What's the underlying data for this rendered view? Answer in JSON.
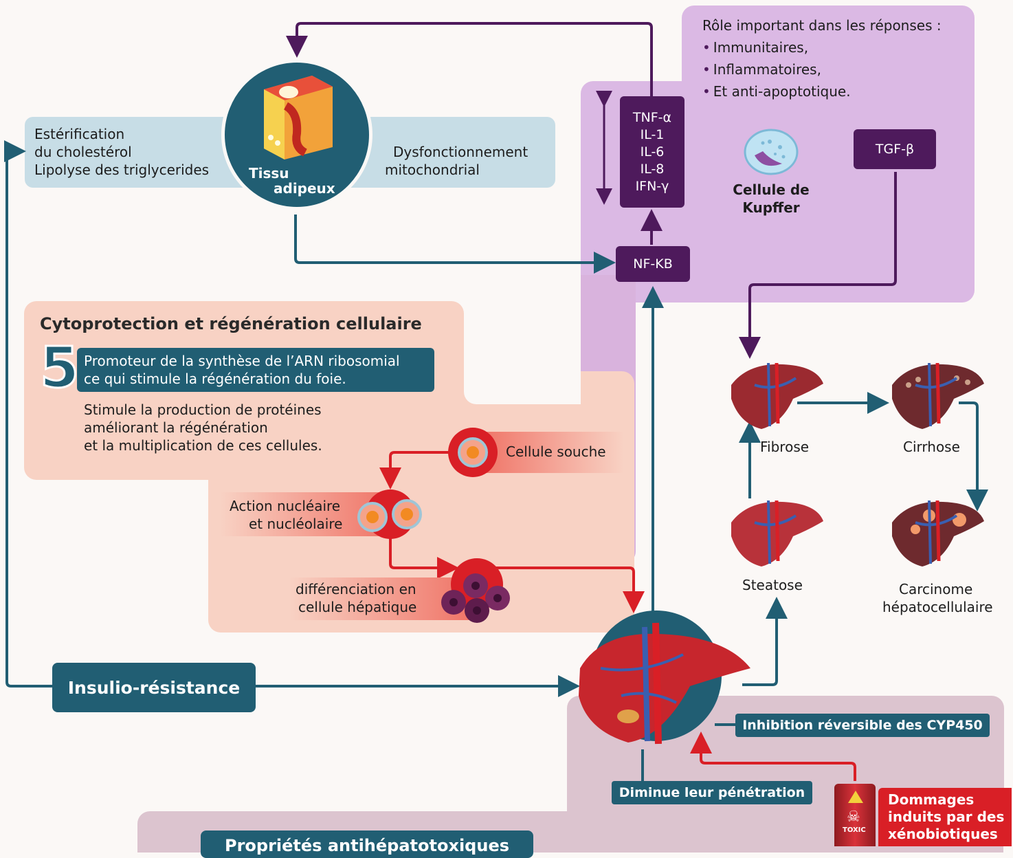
{
  "immune_panel": {
    "heading": "Rôle important dans les réponses :",
    "bullets": [
      "Immunitaires,",
      "Inflammatoires,",
      "Et anti-apoptotique."
    ]
  },
  "cytokines": [
    "TNF-α",
    "IL-1",
    "IL-6",
    "IL-8",
    "IFN-γ"
  ],
  "nfkb_label": "NF-KB",
  "tgf_label": "TGF-β",
  "kupffer_label": [
    "Cellule de",
    "Kupffer"
  ],
  "adipose": {
    "label_line1": "Tissu",
    "label_line2": "adipeux",
    "left_text": [
      "Estérification",
      "du cholestérol",
      "Lipolyse des triglycerides"
    ],
    "right_text": [
      "Dysfonctionnement",
      "mitochondrial"
    ]
  },
  "cytoprotection": {
    "title": "Cytoprotection et régénération cellulaire",
    "number": "5",
    "box_text": [
      "Promoteur de la synthèse de l’ARN ribosomial",
      "ce qui stimule la régénération du foie."
    ],
    "body_text": [
      "Stimule la production de protéines",
      "améliorant la régénération",
      "et la multiplication de ces cellules."
    ],
    "stem_cell": "Cellule souche",
    "nuclear_action": [
      "Action nucléaire",
      "et nucléolaire"
    ],
    "differentiation": [
      "différenciation en",
      "cellule hépatique"
    ]
  },
  "liver_stages": {
    "fibrose": "Fibrose",
    "cirrhose": "Cirrhose",
    "steatose": "Steatose",
    "carcinome": [
      "Carcinome",
      "hépatocellulaire"
    ]
  },
  "insulin_label": "Insulio-résistance",
  "cyp_label": "Inhibition réversible des CYP450",
  "penetration_label": "Diminue leur pénétration",
  "xeno_label": [
    "Dommages",
    "induits par des",
    "xénobiotiques"
  ],
  "toxic_label": "TOXIC",
  "bottom_title": "Propriétés antihépatotoxiques",
  "colors": {
    "purple_dark": "#4e1a5c",
    "purple_light": "#dbb9e4",
    "teal": "#215e73",
    "salmon": "#f8d2c4",
    "red": "#d91f26",
    "light_blue": "#c7dde6"
  }
}
